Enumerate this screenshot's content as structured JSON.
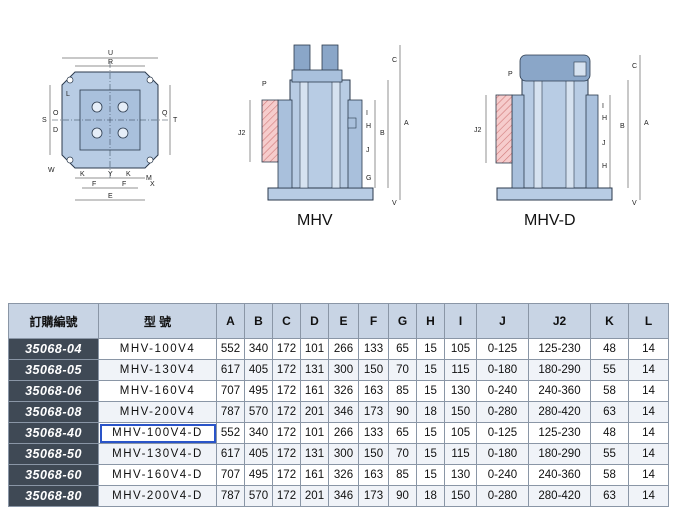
{
  "drawings": {
    "top_view_labels": [
      "U",
      "R",
      "S",
      "O",
      "D",
      "L",
      "Q",
      "T",
      "W",
      "K",
      "Y",
      "K",
      "M",
      "F",
      "F",
      "E",
      "X"
    ],
    "mhv_labels": [
      "P",
      "J2",
      "C",
      "I",
      "B",
      "A",
      "H",
      "J",
      "G",
      "V"
    ],
    "mhvd_labels": [
      "P",
      "J2",
      "C",
      "I",
      "H",
      "A",
      "B",
      "J",
      "H",
      "V"
    ],
    "caption_mhv": "MHV",
    "caption_mhvd": "MHV-D"
  },
  "table": {
    "headers": [
      "訂購編號",
      "型 號",
      "A",
      "B",
      "C",
      "D",
      "E",
      "F",
      "G",
      "H",
      "I",
      "J",
      "J2",
      "K",
      "L"
    ],
    "rows": [
      [
        "35068-04",
        "MHV-100V4",
        "552",
        "340",
        "172",
        "101",
        "266",
        "133",
        "65",
        "15",
        "105",
        "0-125",
        "125-230",
        "48",
        "14"
      ],
      [
        "35068-05",
        "MHV-130V4",
        "617",
        "405",
        "172",
        "131",
        "300",
        "150",
        "70",
        "15",
        "115",
        "0-180",
        "180-290",
        "55",
        "14"
      ],
      [
        "35068-06",
        "MHV-160V4",
        "707",
        "495",
        "172",
        "161",
        "326",
        "163",
        "85",
        "15",
        "130",
        "0-240",
        "240-360",
        "58",
        "14"
      ],
      [
        "35068-08",
        "MHV-200V4",
        "787",
        "570",
        "172",
        "201",
        "346",
        "173",
        "90",
        "18",
        "150",
        "0-280",
        "280-420",
        "63",
        "14"
      ],
      [
        "35068-40",
        "MHV-100V4-D",
        "552",
        "340",
        "172",
        "101",
        "266",
        "133",
        "65",
        "15",
        "105",
        "0-125",
        "125-230",
        "48",
        "14"
      ],
      [
        "35068-50",
        "MHV-130V4-D",
        "617",
        "405",
        "172",
        "131",
        "300",
        "150",
        "70",
        "15",
        "115",
        "0-180",
        "180-290",
        "55",
        "14"
      ],
      [
        "35068-60",
        "MHV-160V4-D",
        "707",
        "495",
        "172",
        "161",
        "326",
        "163",
        "85",
        "15",
        "130",
        "0-240",
        "240-360",
        "58",
        "14"
      ],
      [
        "35068-80",
        "MHV-200V4-D",
        "787",
        "570",
        "172",
        "201",
        "346",
        "173",
        "90",
        "18",
        "150",
        "0-280",
        "280-420",
        "63",
        "14"
      ]
    ],
    "selected_row": 4
  },
  "colors": {
    "part_fill": "#b8cce4",
    "part_stroke": "#2b3a4d",
    "hatch": "#e8a0a0",
    "header_bg": "#c8d4e4",
    "code_bg": "#3f4955",
    "selection": "#2a54c8"
  }
}
